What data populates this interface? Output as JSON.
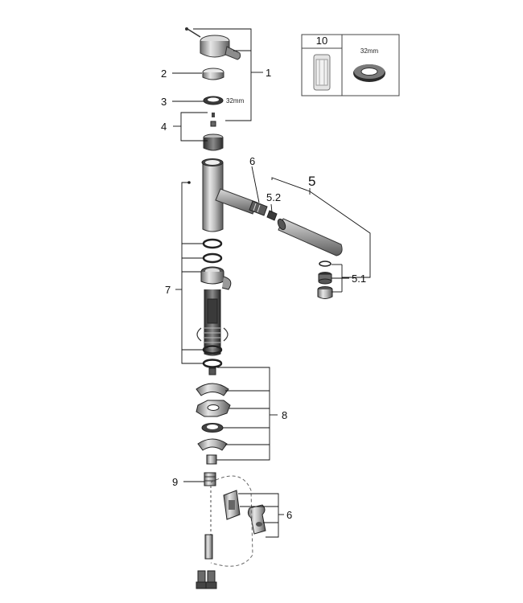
{
  "labels": {
    "p1": "1",
    "p2": "2",
    "p3": "3",
    "p4": "4",
    "p5": "5",
    "p51": "5.1",
    "p52": "5.2",
    "p6a": "6",
    "p6b": "6",
    "p7": "7",
    "p8": "8",
    "p9": "9"
  },
  "annotations": {
    "ring_size": "32mm"
  },
  "inset": {
    "part_number": "10",
    "ring_size": "32mm"
  }
}
